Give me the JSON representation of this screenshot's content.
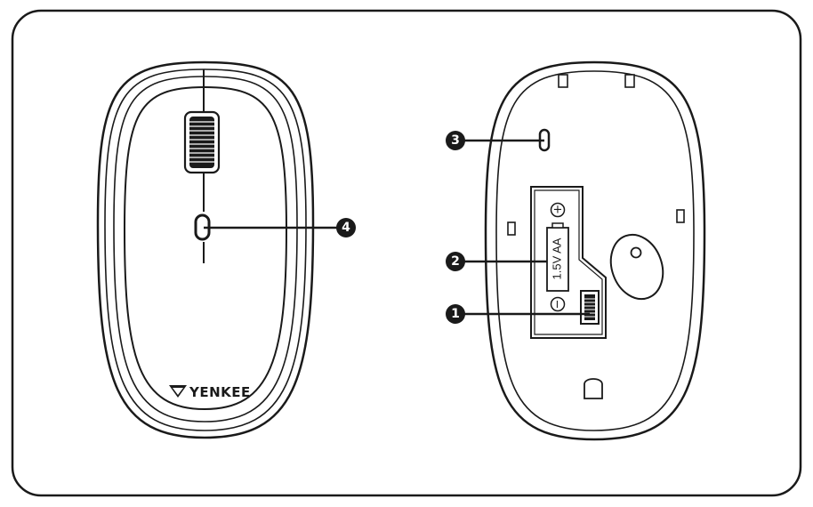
{
  "brand": {
    "name": "YENKEE"
  },
  "battery": {
    "label": "1.5V  AA",
    "plus": "+",
    "minus": "−"
  },
  "callouts": [
    {
      "number": "1",
      "part": "power-switch"
    },
    {
      "number": "2",
      "part": "battery-compartment"
    },
    {
      "number": "3",
      "part": "optical-sensor-led"
    },
    {
      "number": "4",
      "part": "indicator-led"
    }
  ],
  "colors": {
    "line": "#1a1a1a",
    "background": "#ffffff",
    "fill": "#ffffff"
  }
}
